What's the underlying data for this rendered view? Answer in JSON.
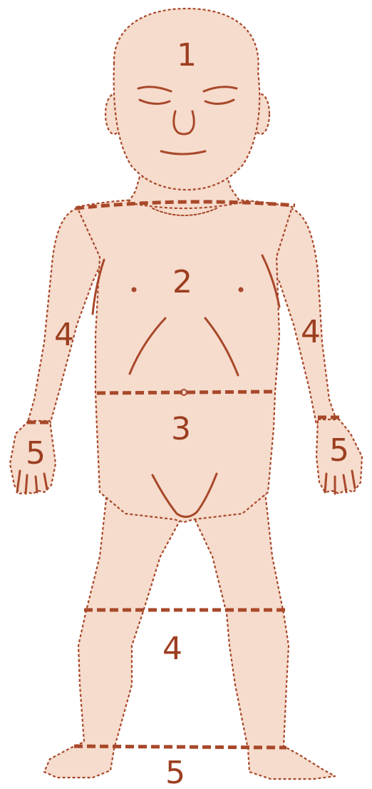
{
  "figure": {
    "regions": {
      "head": "1",
      "chest": "2",
      "abdomen": "3",
      "left_arm": "4",
      "right_arm": "4",
      "left_hand": "5",
      "right_hand": "5",
      "lower_legs": "4",
      "feet": "5"
    },
    "colors": {
      "skin": "#f6dccd",
      "line": "#a8482a",
      "label": "#9c3e20",
      "background": "#ffffff"
    }
  }
}
